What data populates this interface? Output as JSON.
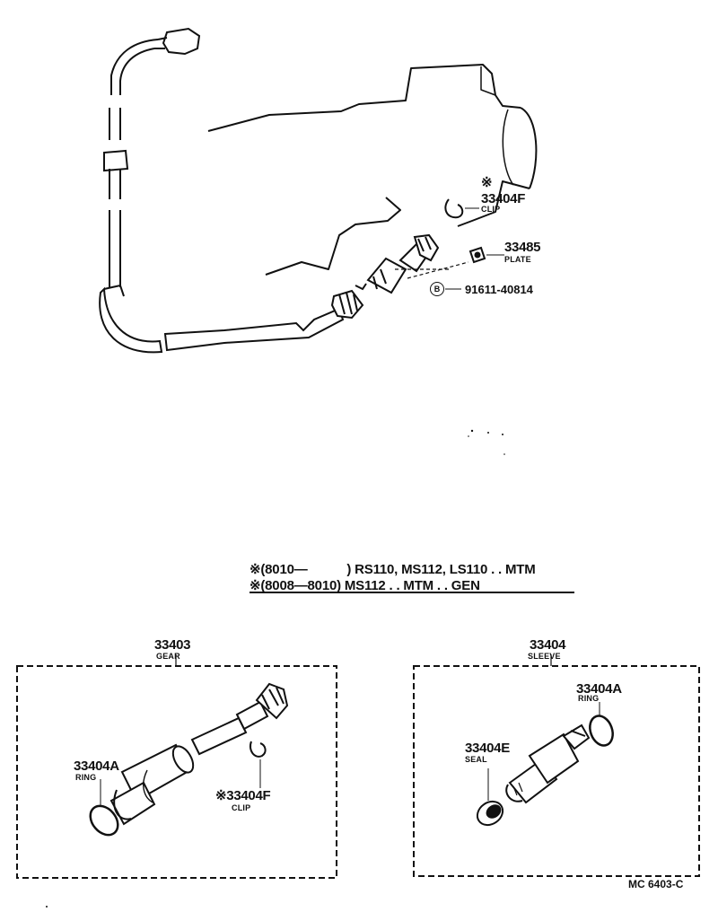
{
  "upper": {
    "clip_mark": "※",
    "clip_number": "33404F",
    "clip_name": "CLIP",
    "plate_number": "33485",
    "plate_name": "PLATE",
    "bolt_badge": "B",
    "bolt_number": "91611-40814"
  },
  "notes": [
    {
      "mark": "※",
      "range_from": "(8010—",
      "range_to": ")",
      "text": "RS110, MS112, LS110 . . MTM"
    },
    {
      "mark": "※",
      "range_from": "(8008—8010)",
      "range_to": "",
      "text": "MS112 . . MTM . . GEN"
    }
  ],
  "gear_box": {
    "number": "33403",
    "name": "GEAR",
    "ring_number": "33404A",
    "ring_name": "RING",
    "clip_mark": "※",
    "clip_number": "33404F",
    "clip_name": "CLIP"
  },
  "sleeve_box": {
    "number": "33404",
    "name": "SLEEVE",
    "ring_number": "33404A",
    "ring_name": "RING",
    "seal_number": "33404E",
    "seal_name": "SEAL"
  },
  "diagram_code": "MC  6403-C"
}
